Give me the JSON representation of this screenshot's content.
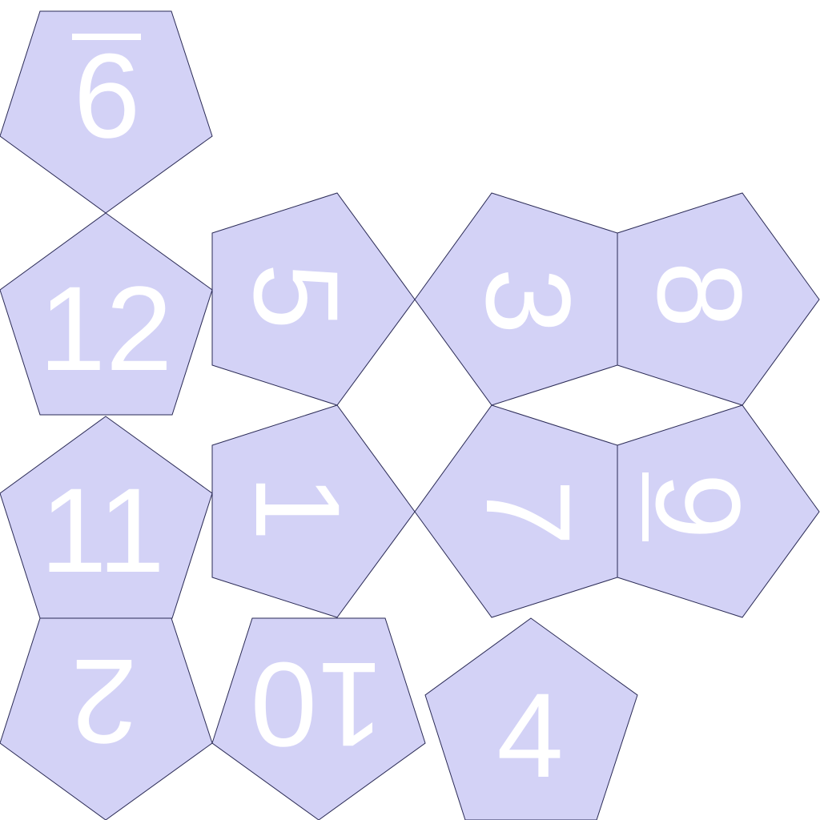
{
  "colors": {
    "face_fill": "#d3d2f6",
    "face_stroke": "#2a2a55",
    "label_color": "#ffffff",
    "background": "#ffffff"
  },
  "faces": [
    {
      "id": "a",
      "label": "9",
      "underline": true
    },
    {
      "id": "b",
      "label": "12",
      "underline": false
    },
    {
      "id": "c",
      "label": "11",
      "underline": false
    },
    {
      "id": "d",
      "label": "2",
      "underline": false
    },
    {
      "id": "e",
      "label": "5",
      "underline": false
    },
    {
      "id": "f",
      "label": "1",
      "underline": false
    },
    {
      "id": "g",
      "label": "10",
      "underline": false
    },
    {
      "id": "h",
      "label": "3",
      "underline": false
    },
    {
      "id": "i",
      "label": "7",
      "underline": false
    },
    {
      "id": "j",
      "label": "8",
      "underline": false
    },
    {
      "id": "k",
      "label": "9",
      "underline": true
    },
    {
      "id": "l",
      "label": "4",
      "underline": false
    }
  ]
}
